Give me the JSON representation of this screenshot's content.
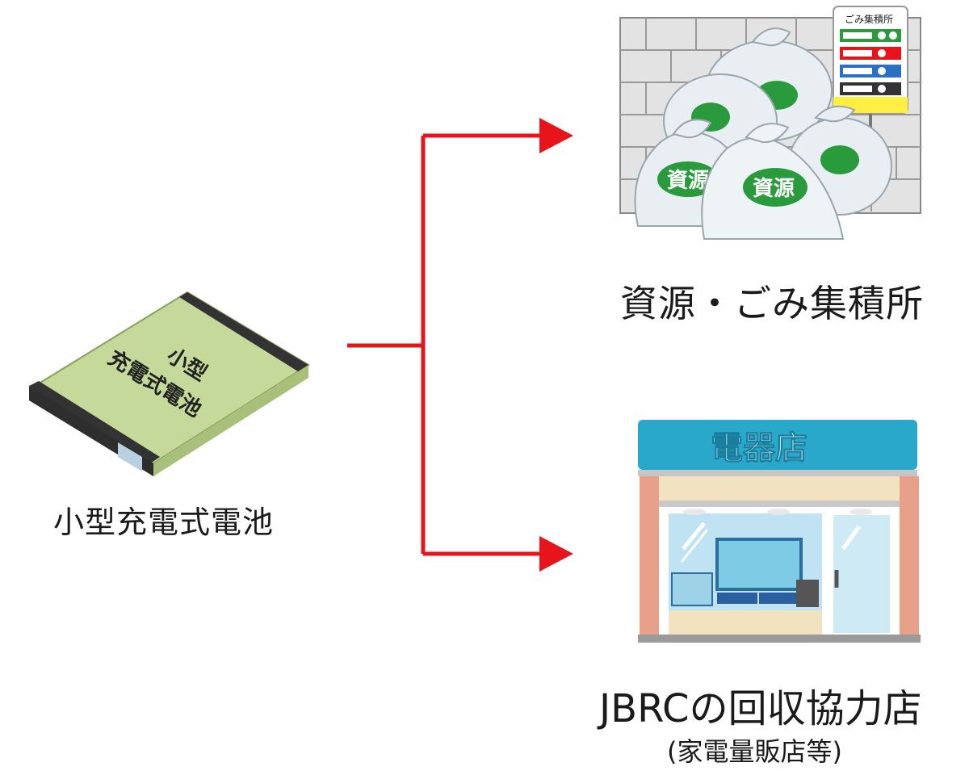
{
  "battery": {
    "label": "小型充電式電池",
    "print_line1": "小型",
    "print_line2": "充電式電池"
  },
  "collection_point": {
    "label": "資源・ごみ集積所",
    "bag_text": "資源",
    "sign_title": "ごみ集積所"
  },
  "shop": {
    "label": "JBRCの回収協力店",
    "sub_label": "(家電量販店等)",
    "sign_text": "電器店"
  },
  "colors": {
    "arrow": "#e8141c",
    "battery_body": "#c5d99a",
    "battery_edge": "#333333",
    "wall": "#e6e6e6",
    "bag": "#e8eef2",
    "bag_badge": "#2a9b3c",
    "shop_sign": "#2aa8cc",
    "shop_pillar": "#e8a08a",
    "shop_glass": "#bfe3f2"
  }
}
